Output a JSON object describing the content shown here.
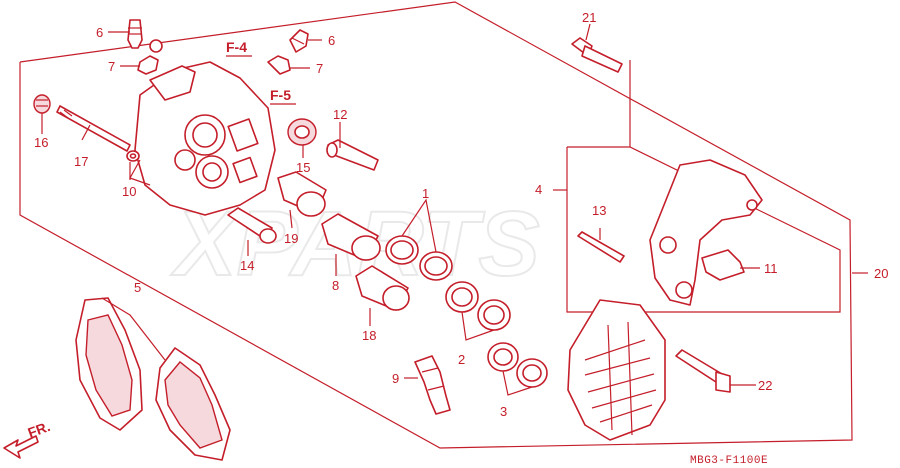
{
  "watermark": "XPARTS",
  "diagram_code": "MBG3-F1100E",
  "front_arrow_label": "FR.",
  "refs": [
    "F-4",
    "F-5"
  ],
  "callouts": [
    "1",
    "2",
    "3",
    "4",
    "5",
    "6",
    "6",
    "7",
    "7",
    "8",
    "9",
    "10",
    "11",
    "12",
    "13",
    "14",
    "15",
    "16",
    "17",
    "18",
    "19",
    "20",
    "21",
    "22"
  ],
  "colors": {
    "line": "#c41e2a",
    "fill": "#f6d9dc",
    "watermark": "#e9e9e9"
  }
}
